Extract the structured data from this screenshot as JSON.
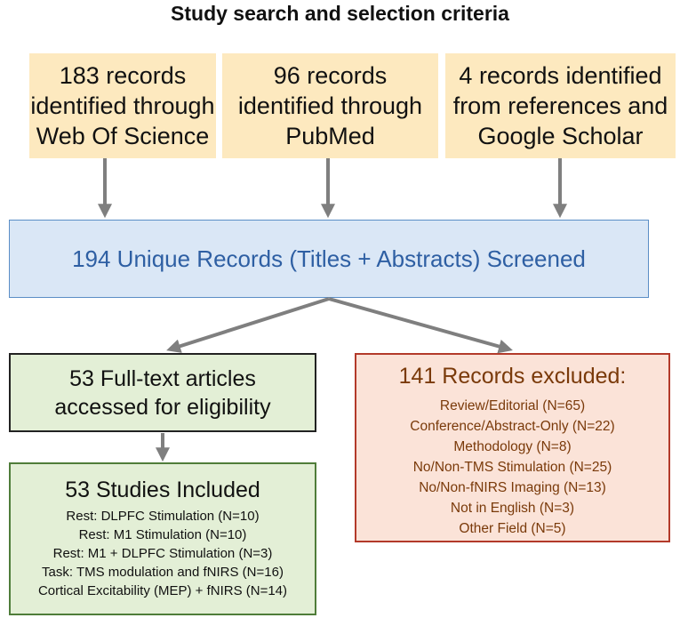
{
  "title": "Study search and selection criteria",
  "sources": [
    {
      "lines": [
        "183 records",
        "identified through",
        "Web Of Science"
      ]
    },
    {
      "lines": [
        "96 records",
        "identified through",
        "PubMed"
      ]
    },
    {
      "lines": [
        "4 records identified",
        "from references and",
        "Google Scholar"
      ]
    }
  ],
  "screening": "194 Unique Records (Titles + Abstracts) Screened",
  "fulltext": {
    "lines": [
      "53 Full-text articles",
      "accessed for eligibility"
    ]
  },
  "excluded": {
    "heading": "141 Records excluded:",
    "items": [
      "Review/Editorial (N=65)",
      "Conference/Abstract-Only (N=22)",
      "Methodology (N=8)",
      "No/Non-TMS Stimulation (N=25)",
      "No/Non-fNIRS Imaging (N=13)",
      "Not in English (N=3)",
      "Other Field (N=5)"
    ]
  },
  "included": {
    "heading": "53 Studies Included",
    "items": [
      "Rest: DLPFC Stimulation (N=10)",
      "Rest: M1 Stimulation (N=10)",
      "Rest: M1 + DLPFC Stimulation (N=3)",
      "Task: TMS modulation and fNIRS (N=16)",
      "Cortical Excitability (MEP) + fNIRS (N=14)"
    ]
  },
  "colors": {
    "source_fill": "#fde9bf",
    "screen_fill": "#dae7f6",
    "screen_text": "#2e5fa3",
    "green_fill": "#e3efd6",
    "excluded_fill": "#fbe3d8",
    "excluded_border": "#b33a2a",
    "excluded_text": "#7a3a0a",
    "arrow": "#7f7f7f"
  }
}
